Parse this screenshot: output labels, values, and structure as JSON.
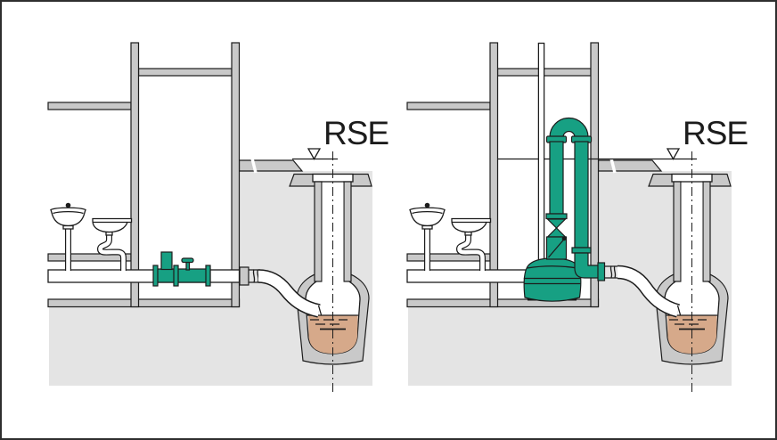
{
  "figure": {
    "panels": [
      {
        "id": "gravity-drainage-with-backflow-valve",
        "rse_label": "RSE"
      },
      {
        "id": "pumped-drainage-with-backflow-loop",
        "rse_label": "RSE"
      }
    ]
  },
  "colors": {
    "pipe_green": "#17A083",
    "wall_gray": "#C9C9C9",
    "earth_gray": "#E4E4E4",
    "water_tan": "#D6A98A",
    "outline": "#1C1C1C",
    "background": "#FFFFFF"
  }
}
